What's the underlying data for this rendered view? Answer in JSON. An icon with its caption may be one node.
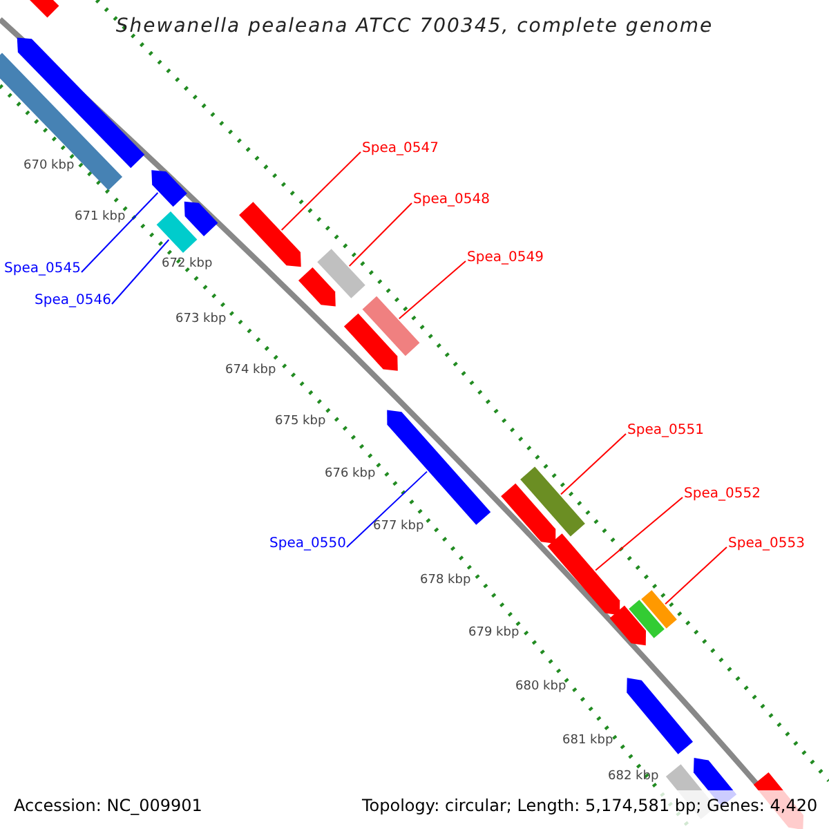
{
  "diagram": {
    "title": "Shewanella pealeana ATCC 700345, complete genome",
    "nodes": [
      {
        "text": [
          "Spea_0545"
        ]
      },
      {
        "text": [
          "Spea_0546"
        ]
      },
      {
        "text": [
          "Spea_0547"
        ]
      },
      {
        "text": [
          "Spea_0548"
        ]
      },
      {
        "text": [
          "Spea_0549"
        ]
      },
      {
        "text": [
          "Spea_0550"
        ]
      },
      {
        "text": [
          "Spea_0551"
        ]
      },
      {
        "text": [
          "Spea_0552"
        ]
      },
      {
        "text": [
          "Spea_0553"
        ]
      },
      {
        "text": [],
        "shape": "bar"
      },
      {
        "text": [],
        "shape": "arrow"
      },
      {
        "text": [],
        "shape": "bar"
      },
      {
        "text": [],
        "shape": "arrow"
      },
      {
        "text": [],
        "shape": "arrow"
      },
      {
        "text": [],
        "shape": "bar"
      },
      {
        "text": [],
        "shape": "arrow"
      },
      {
        "text": [],
        "shape": "arrow"
      },
      {
        "text": [],
        "shape": "bar"
      },
      {
        "text": [],
        "shape": "arrow"
      },
      {
        "text": [],
        "shape": "bar"
      },
      {
        "text": [],
        "shape": "arrow"
      },
      {
        "text": [],
        "shape": "bar"
      },
      {
        "text": [],
        "shape": "arrow"
      },
      {
        "text": [],
        "shape": "arrow"
      },
      {
        "text": [],
        "shape": "arrow"
      },
      {
        "text": [],
        "shape": "bar"
      },
      {
        "text": [],
        "shape": "bar"
      },
      {
        "text": [],
        "shape": "arrow"
      },
      {
        "text": [],
        "shape": "arrow"
      },
      {
        "text": [],
        "shape": "bar"
      },
      {
        "text": [],
        "shape": "arrow"
      }
    ],
    "edges": [
      {
        "from": 0,
        "to": 12,
        "arrow": "none",
        "color": "#0000ff"
      },
      {
        "from": 1,
        "to": 14,
        "arrow": "none",
        "color": "#0000ff"
      },
      {
        "from": 2,
        "to": 15,
        "arrow": "none"
      },
      {
        "from": 3,
        "to": 17,
        "arrow": "none"
      },
      {
        "from": 4,
        "to": 19,
        "arrow": "none"
      },
      {
        "from": 5,
        "to": 20,
        "arrow": "none",
        "color": "#0000ff"
      },
      {
        "from": 6,
        "to": 21,
        "arrow": "none"
      },
      {
        "from": 7,
        "to": 23,
        "arrow": "none"
      },
      {
        "from": 8,
        "to": 26,
        "arrow": "none"
      }
    ],
    "labels": [
      "670 kbp",
      "671 kbp",
      "672 kbp",
      "673 kbp",
      "674 kbp",
      "675 kbp",
      "676 kbp",
      "677 kbp",
      "678 kbp",
      "679 kbp",
      "680 kbp",
      "681 kbp",
      "682 kbp",
      "Accession: NC_009901",
      "Topology: circular; Length: 5,174,581 bp; Genes: 4,420"
    ]
  }
}
